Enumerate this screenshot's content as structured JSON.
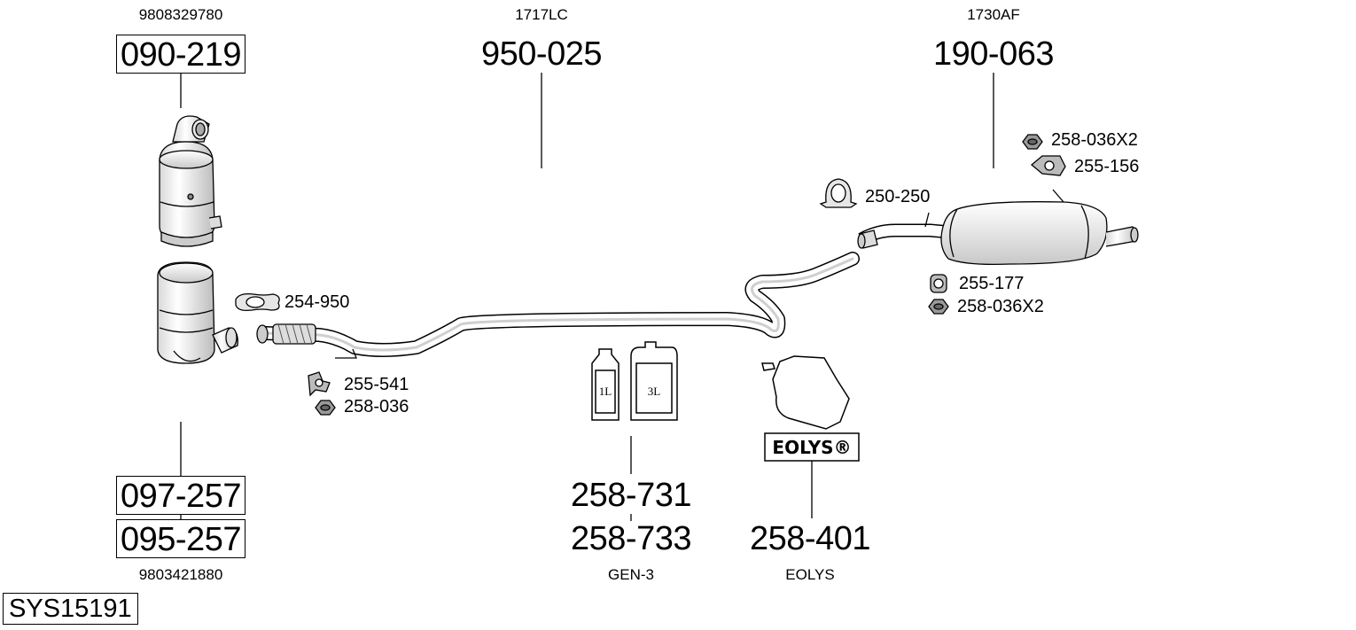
{
  "system_code": "SYS15191",
  "parts": {
    "dpf_top": {
      "ref": "9808329780",
      "number": "090-219"
    },
    "front_pipe": {
      "ref": "1717LC",
      "number": "950-025"
    },
    "rear_silencer": {
      "ref": "1730AF",
      "number": "190-063"
    },
    "cat_lower_1": {
      "number": "097-257"
    },
    "cat_lower_2": {
      "number": "095-257",
      "ref": "9803421880"
    },
    "fluid_1": {
      "number": "258-731"
    },
    "fluid_2": {
      "number": "258-733",
      "ref": "GEN-3"
    },
    "eolys_bag": {
      "number": "258-401",
      "ref": "EOLYS"
    }
  },
  "small_parts": {
    "gasket": "254-950",
    "rubber_mount_front": "255-541",
    "nut_front": "258-036",
    "clamp": "250-250",
    "nut_rear_top": "258-036X2",
    "rubber_mount_rear_top": "255-156",
    "rubber_mount_rear_bottom": "255-177",
    "nut_rear_bottom": "258-036X2"
  },
  "fluid_labels": {
    "small": "1L",
    "large": "3L"
  },
  "eolys_logo": "EOLYS®"
}
